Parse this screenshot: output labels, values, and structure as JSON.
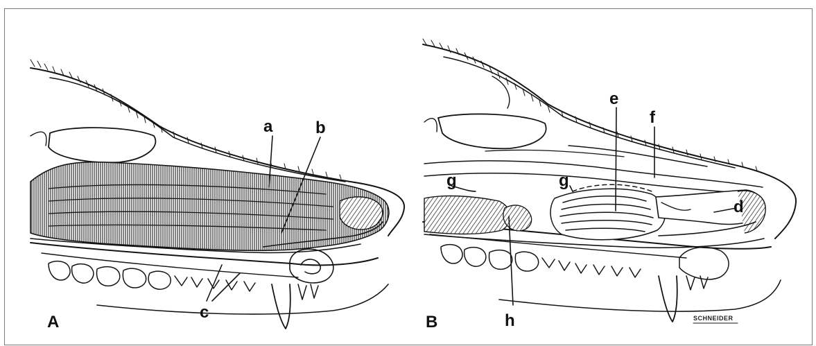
{
  "panels": [
    {
      "id": "A",
      "label": "A",
      "parts": [
        "a",
        "b",
        "c"
      ]
    },
    {
      "id": "B",
      "label": "B",
      "parts": [
        "e",
        "f",
        "g",
        "g",
        "d",
        "h"
      ]
    }
  ],
  "labels": {
    "a": "a",
    "b": "b",
    "c": "c",
    "d": "d",
    "e": "e",
    "f": "f",
    "g1": "g",
    "g2": "g",
    "h": "h"
  },
  "signature": "SCHNEIDER",
  "colors": {
    "ink": "#141414",
    "background": "#ffffff",
    "frame": "#7a7a7a"
  }
}
